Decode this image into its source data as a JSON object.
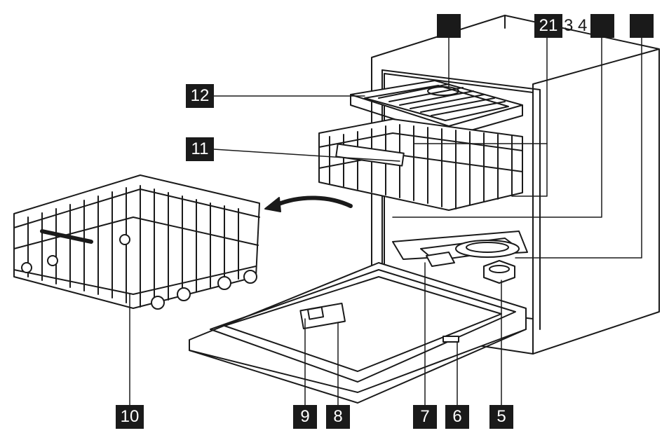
{
  "diagram": {
    "callouts": {
      "c1": "",
      "c2": "21",
      "c3": "3 4",
      "c4": "",
      "c5": "5",
      "c6": "6",
      "c7": "7",
      "c8": "8",
      "c9": "9",
      "c10": "10",
      "c11": "11",
      "c12": "12"
    },
    "colors": {
      "line": "#1a1a1a",
      "label_bg": "#1a1a1a",
      "label_text": "#ffffff",
      "background": "#ffffff"
    }
  }
}
